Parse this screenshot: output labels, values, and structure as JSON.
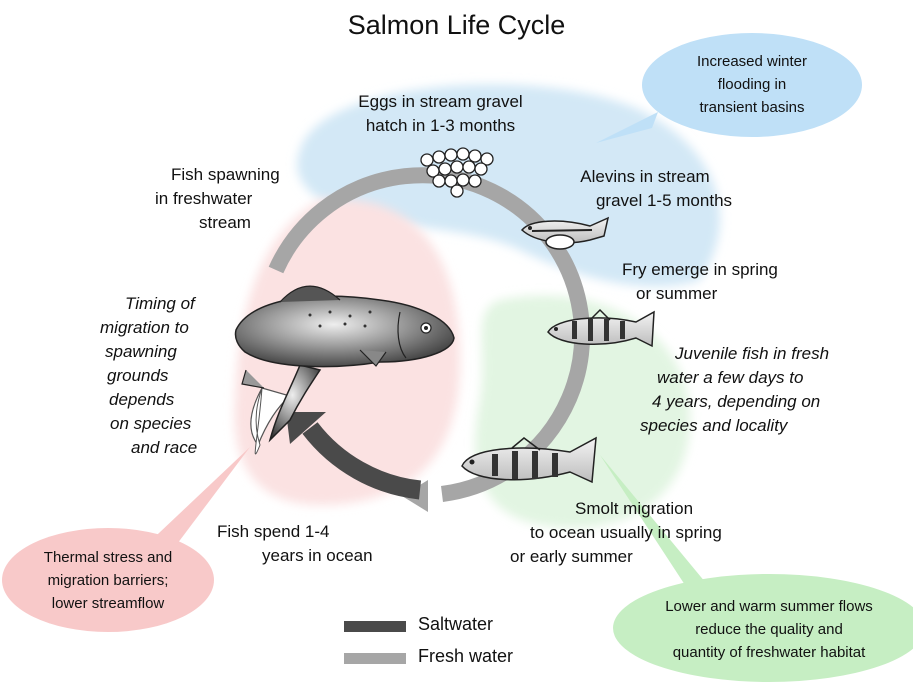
{
  "title": "Salmon Life Cycle",
  "stages": {
    "eggs": [
      "Eggs in stream gravel",
      "hatch in 1-3 months"
    ],
    "alevins": [
      "Alevins in stream",
      "gravel 1-5 months"
    ],
    "fry": [
      "Fry emerge in spring",
      "or summer"
    ],
    "juvenile": [
      "Juvenile fish in fresh",
      "water a few days to",
      "4 years, depending on",
      "species and locality"
    ],
    "smolt": [
      "Smolt migration",
      "to ocean usually in spring",
      "or early summer"
    ],
    "ocean": [
      "Fish spend 1-4",
      "years in ocean"
    ],
    "timing": [
      "Timing of",
      "migration to",
      "spawning",
      "grounds",
      "depends",
      "on species",
      "and race"
    ],
    "spawning": [
      "Fish spawning",
      "in freshwater",
      "stream"
    ]
  },
  "impacts": {
    "flooding": [
      "Increased winter",
      "flooding in",
      "transient basins"
    ],
    "thermal": [
      "Thermal stress and",
      "migration barriers;",
      "lower streamflow"
    ],
    "summer_flows": [
      "Lower and warm summer flows",
      "reduce the quality and",
      "quantity of freshwater habitat"
    ]
  },
  "legend": {
    "saltwater": "Saltwater",
    "freshwater": "Fresh water"
  },
  "colors": {
    "saltwater": "#4a4a4a",
    "freshwater": "#a6a6a6",
    "blue_zone": "#d3e8f6",
    "blue_bubble": "#bfe0f7",
    "red_zone": "#fbe2e2",
    "red_bubble": "#f8c9c9",
    "green_zone": "#e2f5e2",
    "green_bubble": "#c6eec3"
  },
  "icons": [
    "egg-cluster-icon",
    "alevin-icon",
    "fry-icon",
    "smolt-icon",
    "adult-salmon-icon"
  ]
}
